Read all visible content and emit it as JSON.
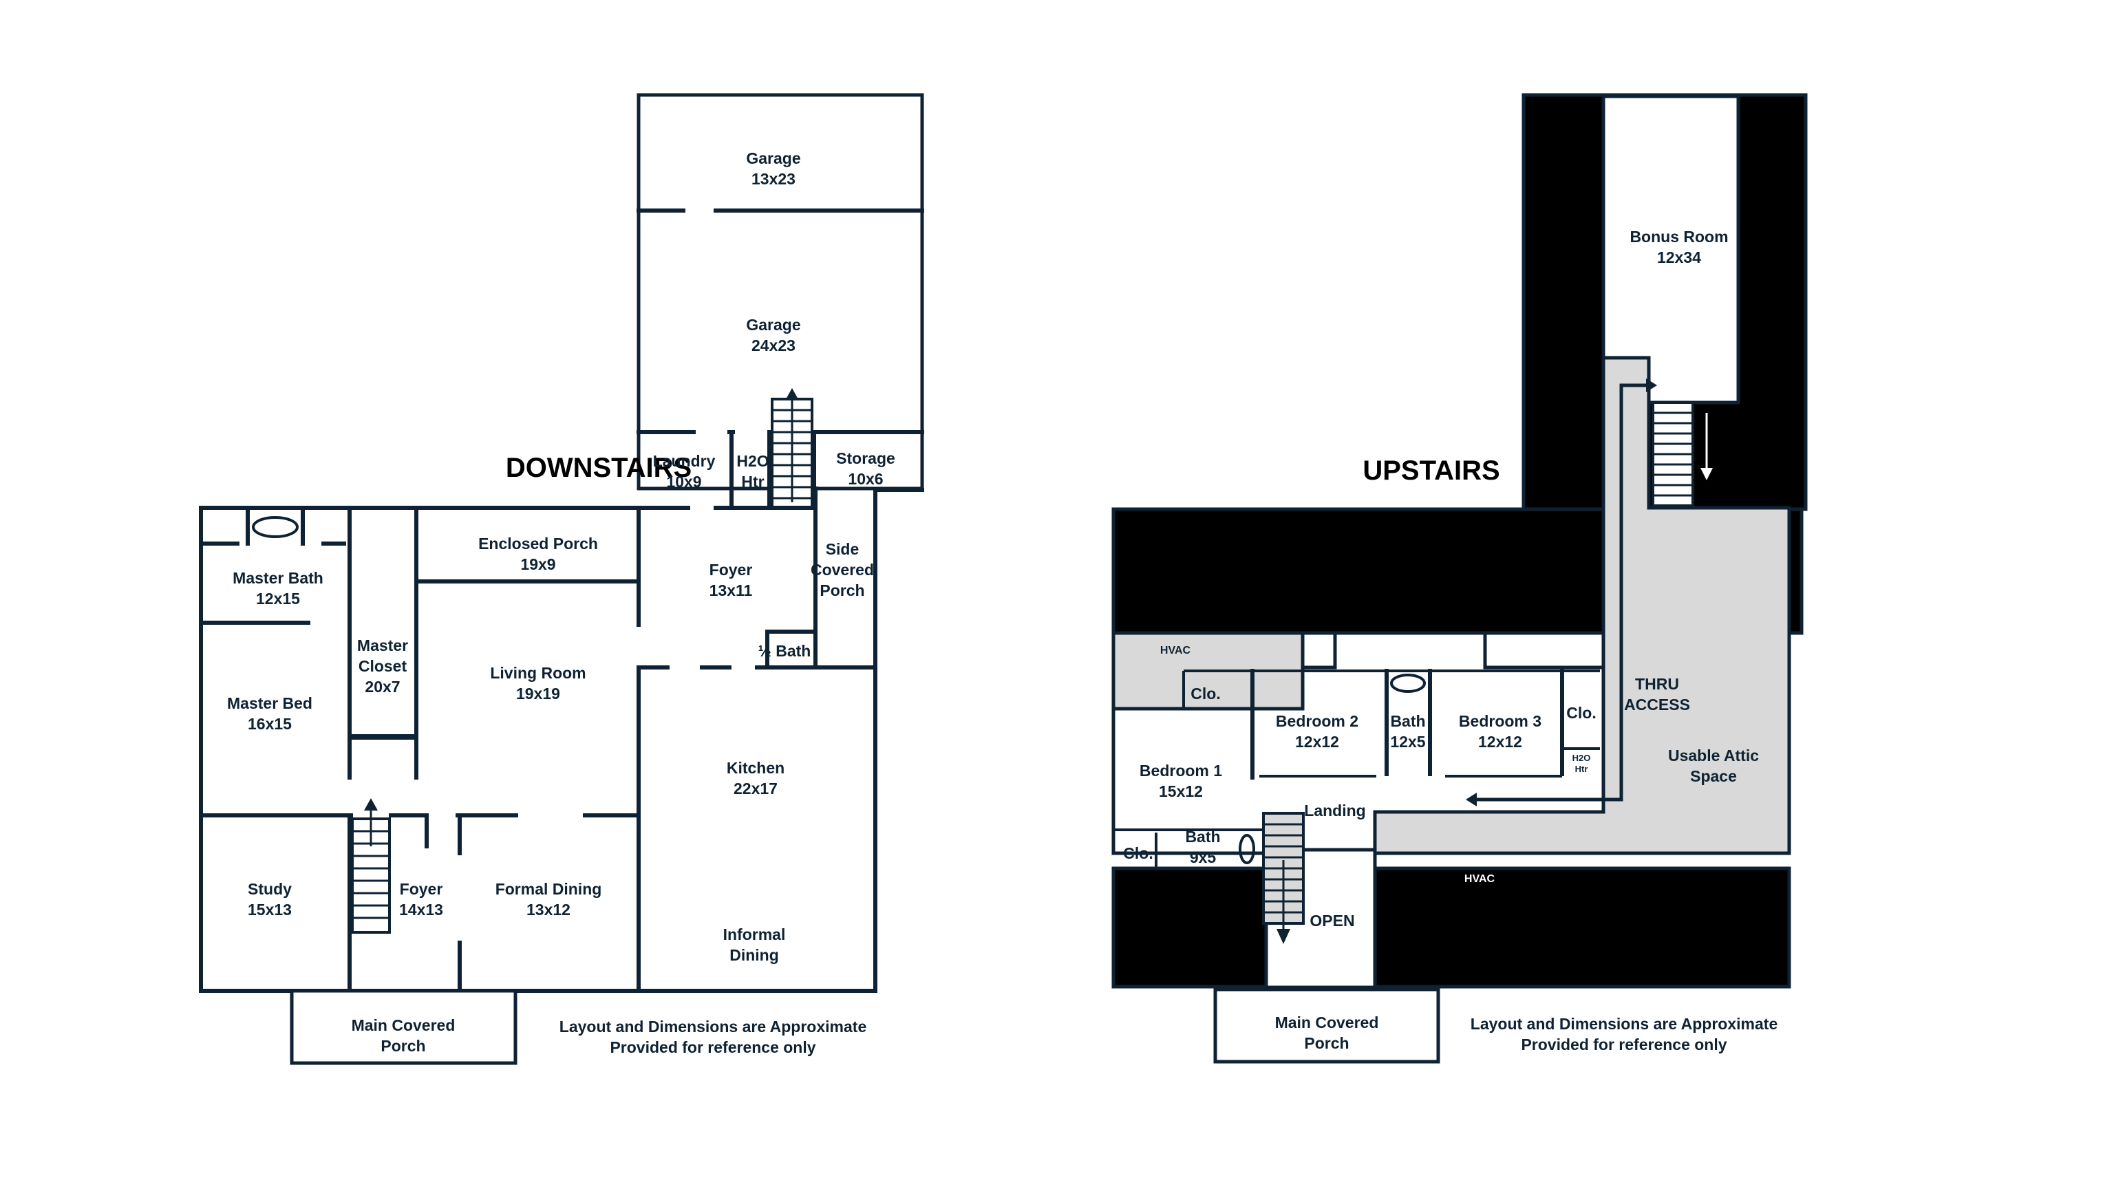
{
  "downstairs": {
    "title": "DOWNSTAIRS",
    "rooms": {
      "garage_top": {
        "name": "Garage",
        "size": "13x23"
      },
      "garage_main": {
        "name": "Garage",
        "size": "24x23"
      },
      "laundry": {
        "name": "Laundry",
        "size": "10x9"
      },
      "h2o_htr": {
        "line1": "H2O",
        "line2": "Htr"
      },
      "storage": {
        "name": "Storage",
        "size": "10x6"
      },
      "enclosed_porch": {
        "name": "Enclosed Porch",
        "size": "19x9"
      },
      "foyer_side": {
        "name": "Foyer",
        "size": "13x11"
      },
      "side_covered_porch": {
        "line1": "Side",
        "line2": "Covered",
        "line3": "Porch"
      },
      "half_bath": {
        "name": "½ Bath"
      },
      "master_bath": {
        "name": "Master Bath",
        "size": "12x15"
      },
      "master_closet": {
        "line1": "Master",
        "line2": "Closet",
        "size": "20x7"
      },
      "living_room": {
        "name": "Living Room",
        "size": "19x19"
      },
      "master_bed": {
        "name": "Master Bed",
        "size": "16x15"
      },
      "kitchen": {
        "name": "Kitchen",
        "size": "22x17"
      },
      "study": {
        "name": "Study",
        "size": "15x13"
      },
      "foyer_main": {
        "name": "Foyer",
        "size": "14x13"
      },
      "formal_dining": {
        "name": "Formal Dining",
        "size": "13x12"
      },
      "informal_dining": {
        "line1": "Informal",
        "line2": "Dining"
      },
      "main_covered_porch": {
        "line1": "Main Covered",
        "line2": "Porch"
      }
    },
    "note": {
      "line1": "Layout and Dimensions are Approximate",
      "line2": "Provided for reference only"
    }
  },
  "upstairs": {
    "title": "UPSTAIRS",
    "rooms": {
      "bonus_room": {
        "name": "Bonus Room",
        "size": "12x34"
      },
      "hvac_top": {
        "name": "HVAC"
      },
      "closet_a": {
        "name": "Clo."
      },
      "bedroom2": {
        "name": "Bedroom 2",
        "size": "12x12"
      },
      "bath_mid": {
        "name": "Bath",
        "size": "12x5"
      },
      "bedroom3": {
        "name": "Bedroom 3",
        "size": "12x12"
      },
      "closet_b": {
        "name": "Clo."
      },
      "h2o_htr": {
        "line1": "H2O",
        "line2": "Htr"
      },
      "thru_access": {
        "line1": "THRU",
        "line2": "ACCESS"
      },
      "usable_attic": {
        "line1": "Usable Attic",
        "line2": "Space"
      },
      "bedroom1": {
        "name": "Bedroom 1",
        "size": "15x12"
      },
      "landing": {
        "name": "Landing"
      },
      "closet_c": {
        "name": "Clo."
      },
      "bath_small": {
        "name": "Bath",
        "size": "9x5"
      },
      "open": {
        "name": "OPEN"
      },
      "hvac_bottom": {
        "name": "HVAC"
      },
      "main_covered_porch": {
        "line1": "Main Covered",
        "line2": "Porch"
      }
    },
    "note": {
      "line1": "Layout and Dimensions are Approximate",
      "line2": "Provided for reference only"
    }
  },
  "colors": {
    "wall": "#0f2233",
    "solid": "#000000",
    "attic": "#d9d9d9"
  }
}
